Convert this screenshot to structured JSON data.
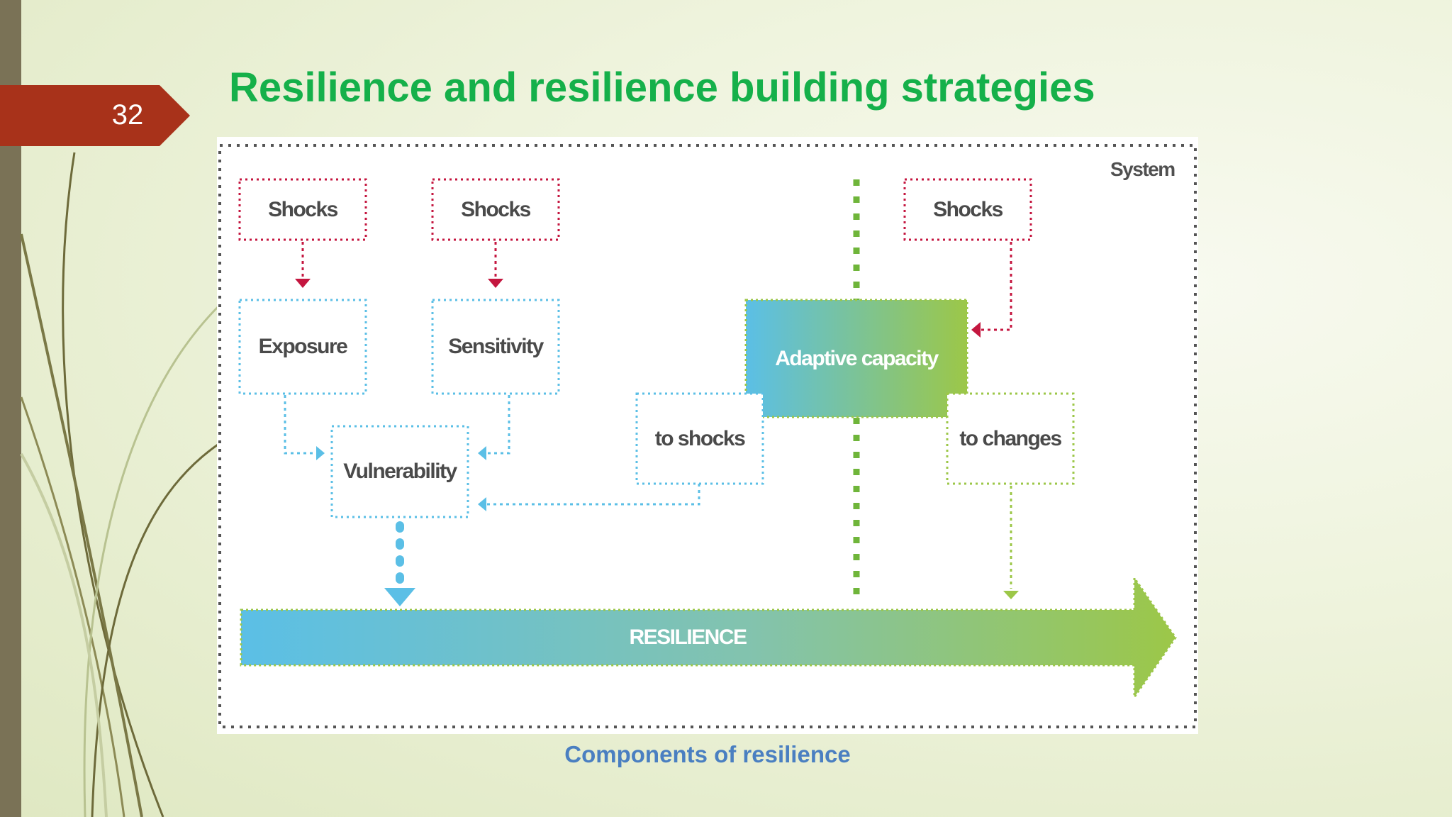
{
  "slide": {
    "number": "32",
    "title": "Resilience and resilience building strategies",
    "caption": "Components of resilience"
  },
  "diagram": {
    "system_label": "System",
    "shocks_1": "Shocks",
    "shocks_2": "Shocks",
    "shocks_3": "Shocks",
    "exposure": "Exposure",
    "sensitivity": "Sensitivity",
    "vulnerability": "Vulnerability",
    "adaptive_capacity": "Adaptive capacity",
    "to_shocks": "to shocks",
    "to_changes": "to changes",
    "resilience": "RESILIENCE"
  },
  "colors": {
    "title_green": "#15b04a",
    "number_tab": "#a8321a",
    "shocks_red": "#c4163f",
    "vulnerability_blue": "#5bbfe6",
    "adaptive_green": "#9cc748",
    "caption_blue": "#4a7fc1"
  }
}
